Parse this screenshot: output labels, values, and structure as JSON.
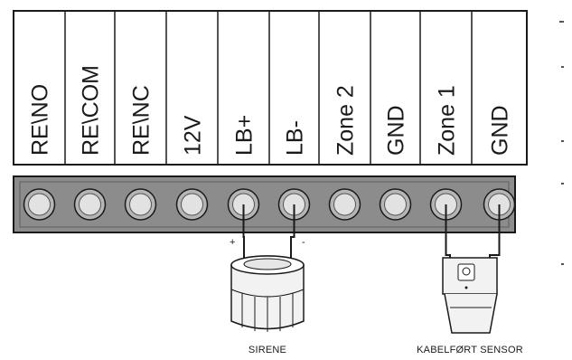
{
  "terminals": [
    {
      "label": "RE\\NO"
    },
    {
      "label": "RE\\COM"
    },
    {
      "label": "RE\\NC"
    },
    {
      "label": "12V"
    },
    {
      "label": "LB+"
    },
    {
      "label": "LB-"
    },
    {
      "label": "Zone 2"
    },
    {
      "label": "GND"
    },
    {
      "label": "Zone 1"
    },
    {
      "label": "GND"
    }
  ],
  "siren": {
    "label": "SIRENE",
    "plus_sign": "+",
    "minus_sign": "-",
    "connects_to": [
      "LB+",
      "LB-"
    ]
  },
  "sensor": {
    "label": "KABELFØRT SENSOR",
    "connects_to": [
      "Zone 1",
      "GND"
    ]
  },
  "colors": {
    "line": "#1a1a1a",
    "strip_fill": "#8c8c8c",
    "screw_fill": "#e2e2e2",
    "screw_ring": "#b5b5b5",
    "device_fill": "#f2f2f2"
  }
}
